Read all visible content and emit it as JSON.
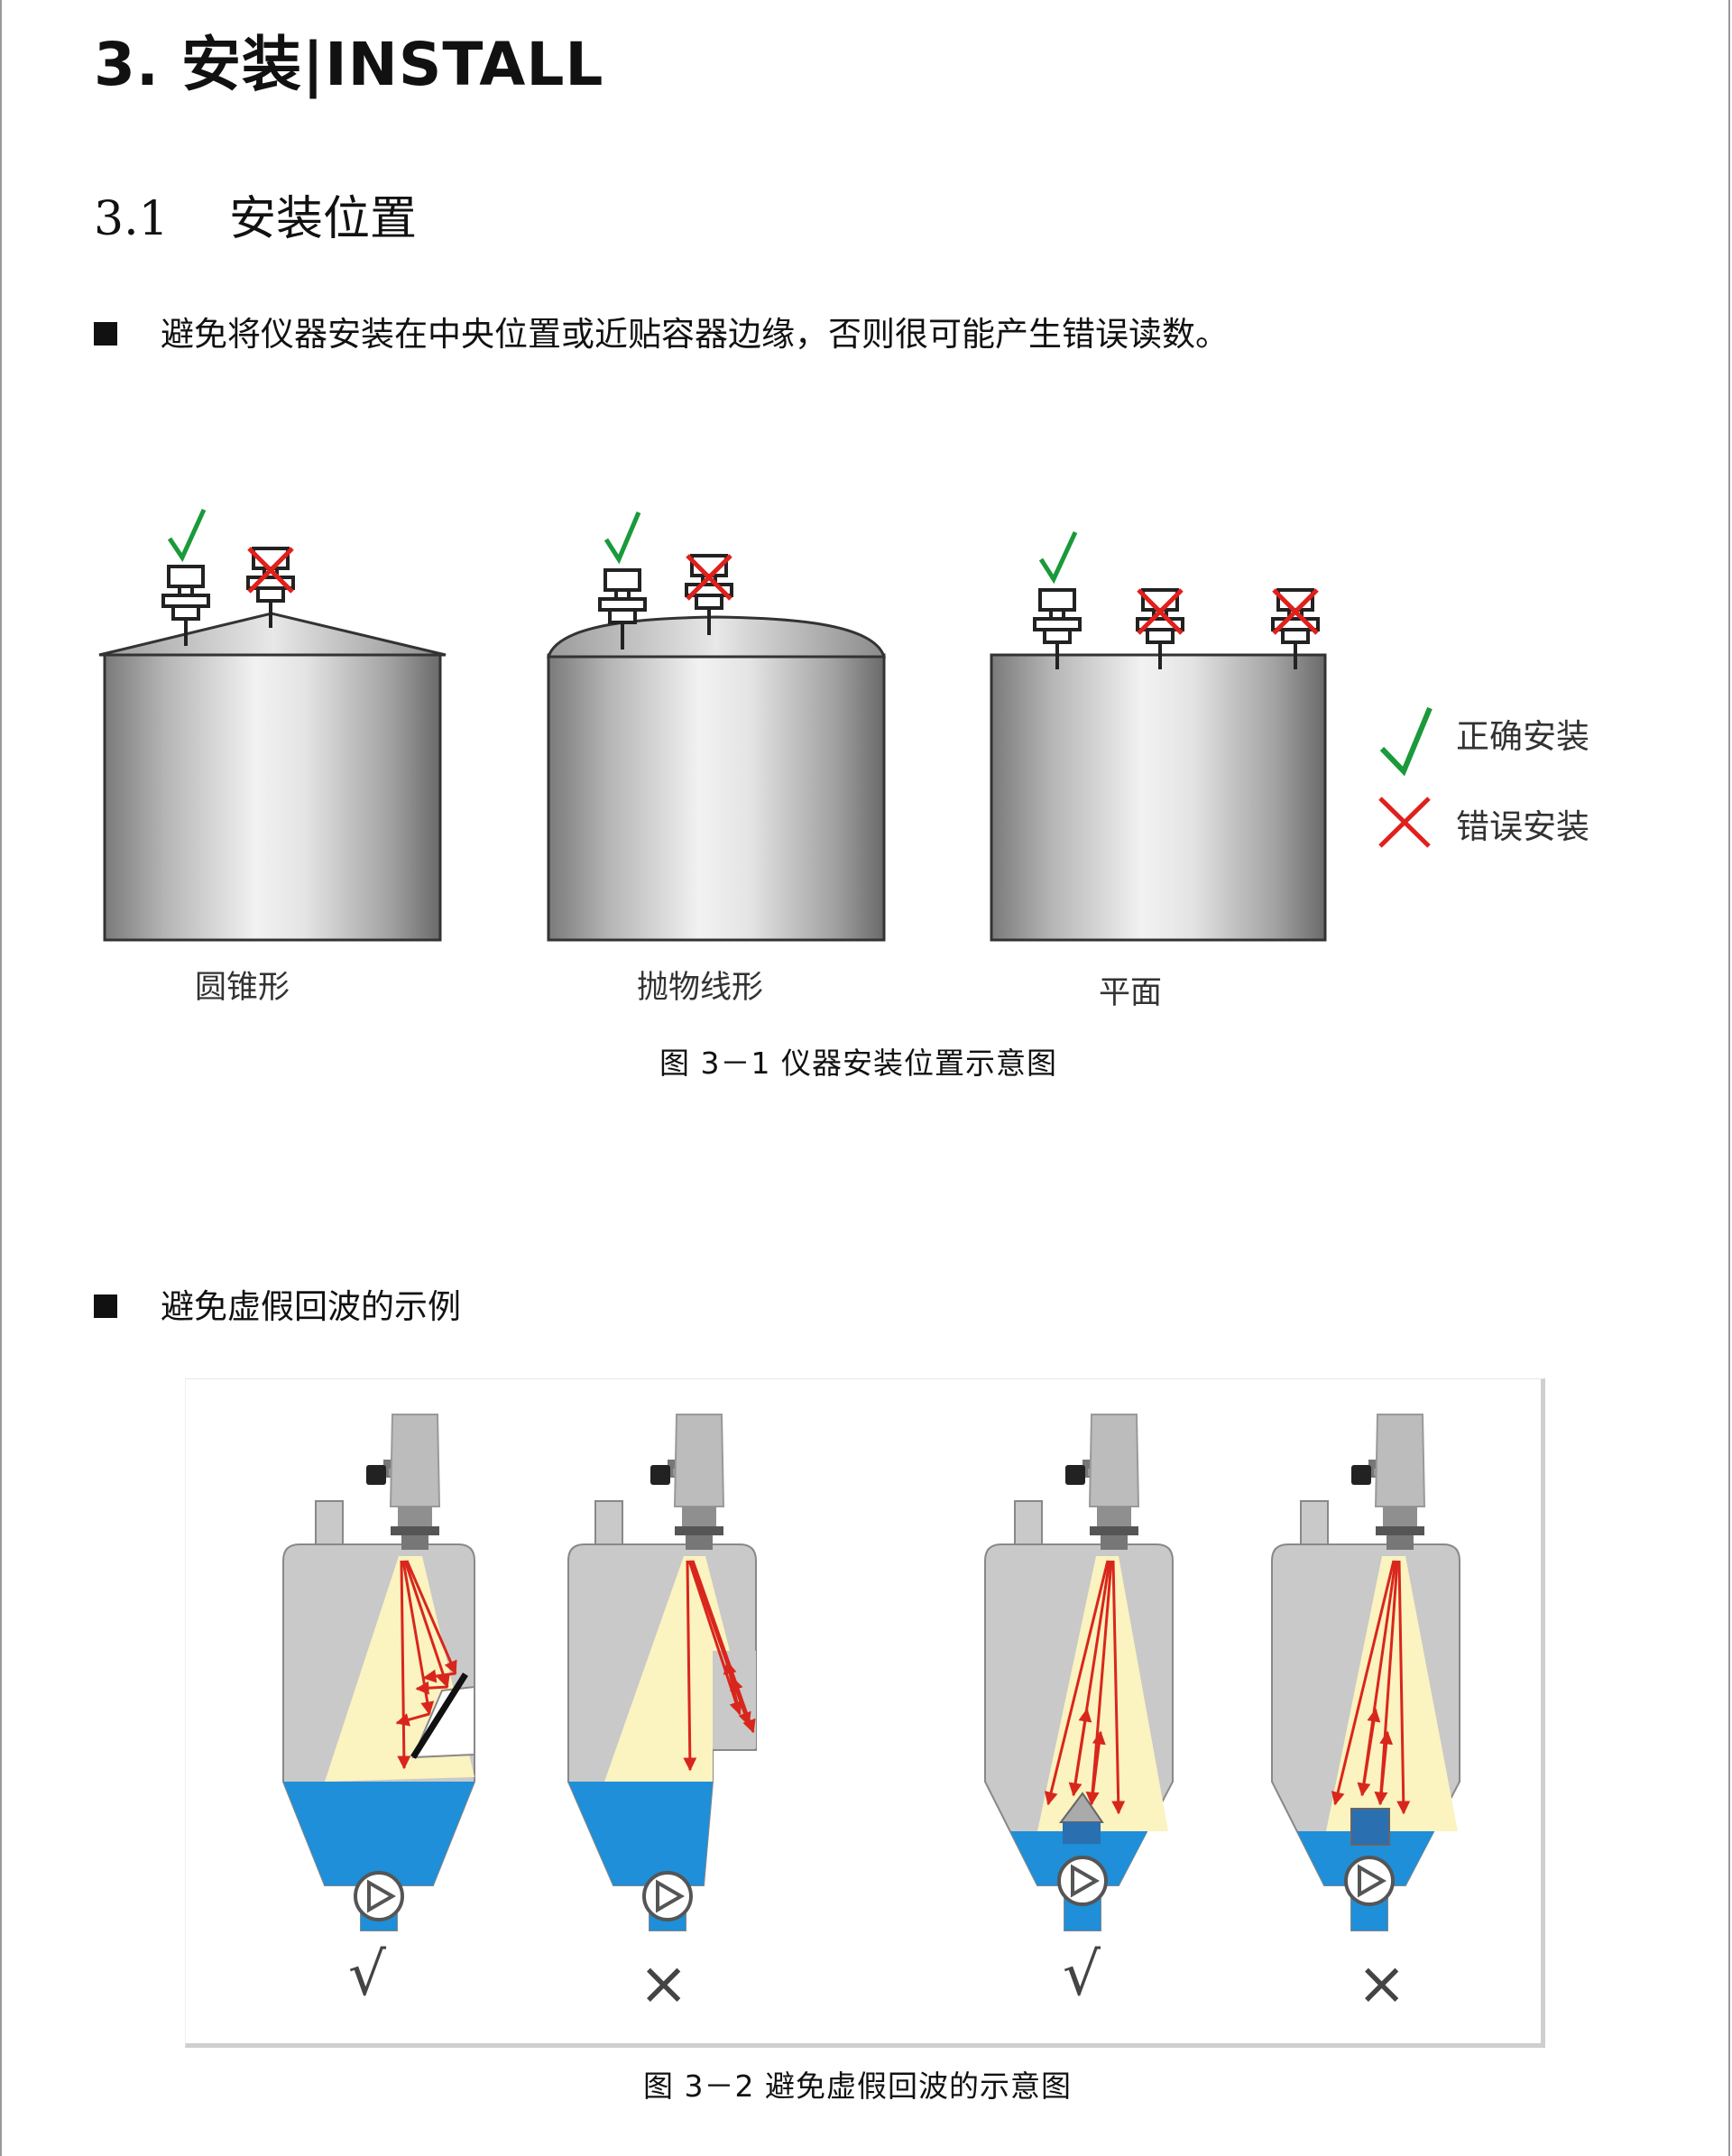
{
  "heading": "3. 安装|INSTALL",
  "section": {
    "number": "3.1",
    "title": "安装位置"
  },
  "bullet1": "避免将仪器安装在中央位置或近贴容器边缘，否则很可能产生错误读数。",
  "figure1": {
    "tank_labels": [
      "圆锥形",
      "抛物线形",
      "平面"
    ],
    "legend": {
      "correct": "正确安装",
      "wrong": "错误安装"
    },
    "caption": "图 3－1 仪器安装位置示意图"
  },
  "bullet2": "避免虚假回波的示例",
  "figure2": {
    "marks": [
      "√",
      "×",
      "√",
      "×"
    ],
    "caption": "图 3－2 避免虚假回波的示意图"
  },
  "colors": {
    "check": "#1a9a3a",
    "cross": "#e0201c",
    "liquid": "#1e8fd8",
    "beam": "#fbf3c0",
    "arrow": "#d9261c",
    "vessel": "#c9c9c9"
  }
}
